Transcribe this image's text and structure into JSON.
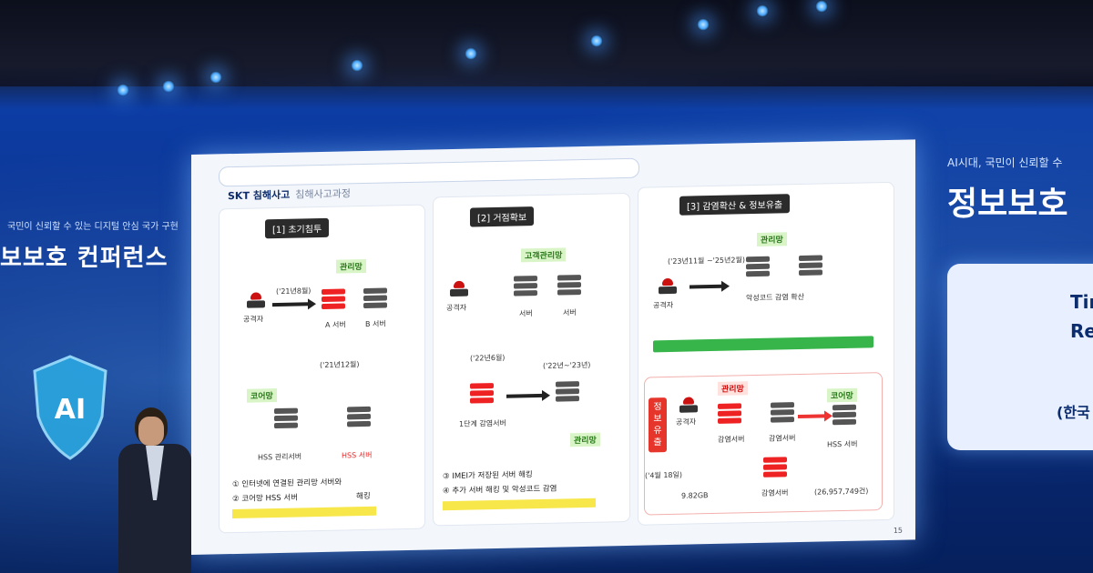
{
  "left_banner": {
    "subtitle": "국민이 신뢰할 수 있는 디지털 안심 국가 구현",
    "title": "보보호 컨퍼런스",
    "shield_text": "AI"
  },
  "right_banner": {
    "subtitle": "AI시대, 국민이 신뢰할 수",
    "title": "정보보호",
    "card_line1": "Time",
    "card_line2": "Re",
    "card_line3": "(한국"
  },
  "slide": {
    "tag": "SKT 침해사고",
    "tag_sub": "침해사고과정",
    "page": "15",
    "panel1": {
      "title": "[1] 초기침투",
      "network": "관리망",
      "attacker": "공격자",
      "date1": "('21년8월)",
      "server_a": "A 서버",
      "server_b": "B 서버",
      "date2": "('21년12월)",
      "core": "코어망",
      "hss_mgmt": "HSS 관리서버",
      "hss": "HSS 서버",
      "note1": "① 인터넷에 연결된 관리망 서버와",
      "note2": "② 코어망 HSS 서버",
      "note2b": "해킹"
    },
    "panel2": {
      "title": "[2] 거점확보",
      "network": "고객관리망",
      "attacker": "공격자",
      "server1": "서버",
      "server2": "서버",
      "date1": "('22년6월)",
      "date2": "('22년~'23년)",
      "infected": "1단계 감염서버",
      "network2": "관리망",
      "note1": "③ IMEI가 저장된 서버 해킹",
      "note2": "④ 추가 서버 해킹 및 악성코드 감염"
    },
    "panel3": {
      "title": "[3] 감염확산 & 정보유출",
      "network": "관리망",
      "attacker": "공격자",
      "date": "('23년11월 ~'25년2월)",
      "spread": "악성코드 감염 확산",
      "leak_label": "정보유출",
      "leak_date": "('4월 18일)",
      "mgmt": "관리망",
      "core": "코어망",
      "attacker2": "공격자",
      "infected_server": "감염서버",
      "infected_server2": "감염서버",
      "infected_server3": "감염서버",
      "hss": "HSS 서버",
      "size": "9.82GB",
      "records": "(26,957,749건)"
    }
  }
}
